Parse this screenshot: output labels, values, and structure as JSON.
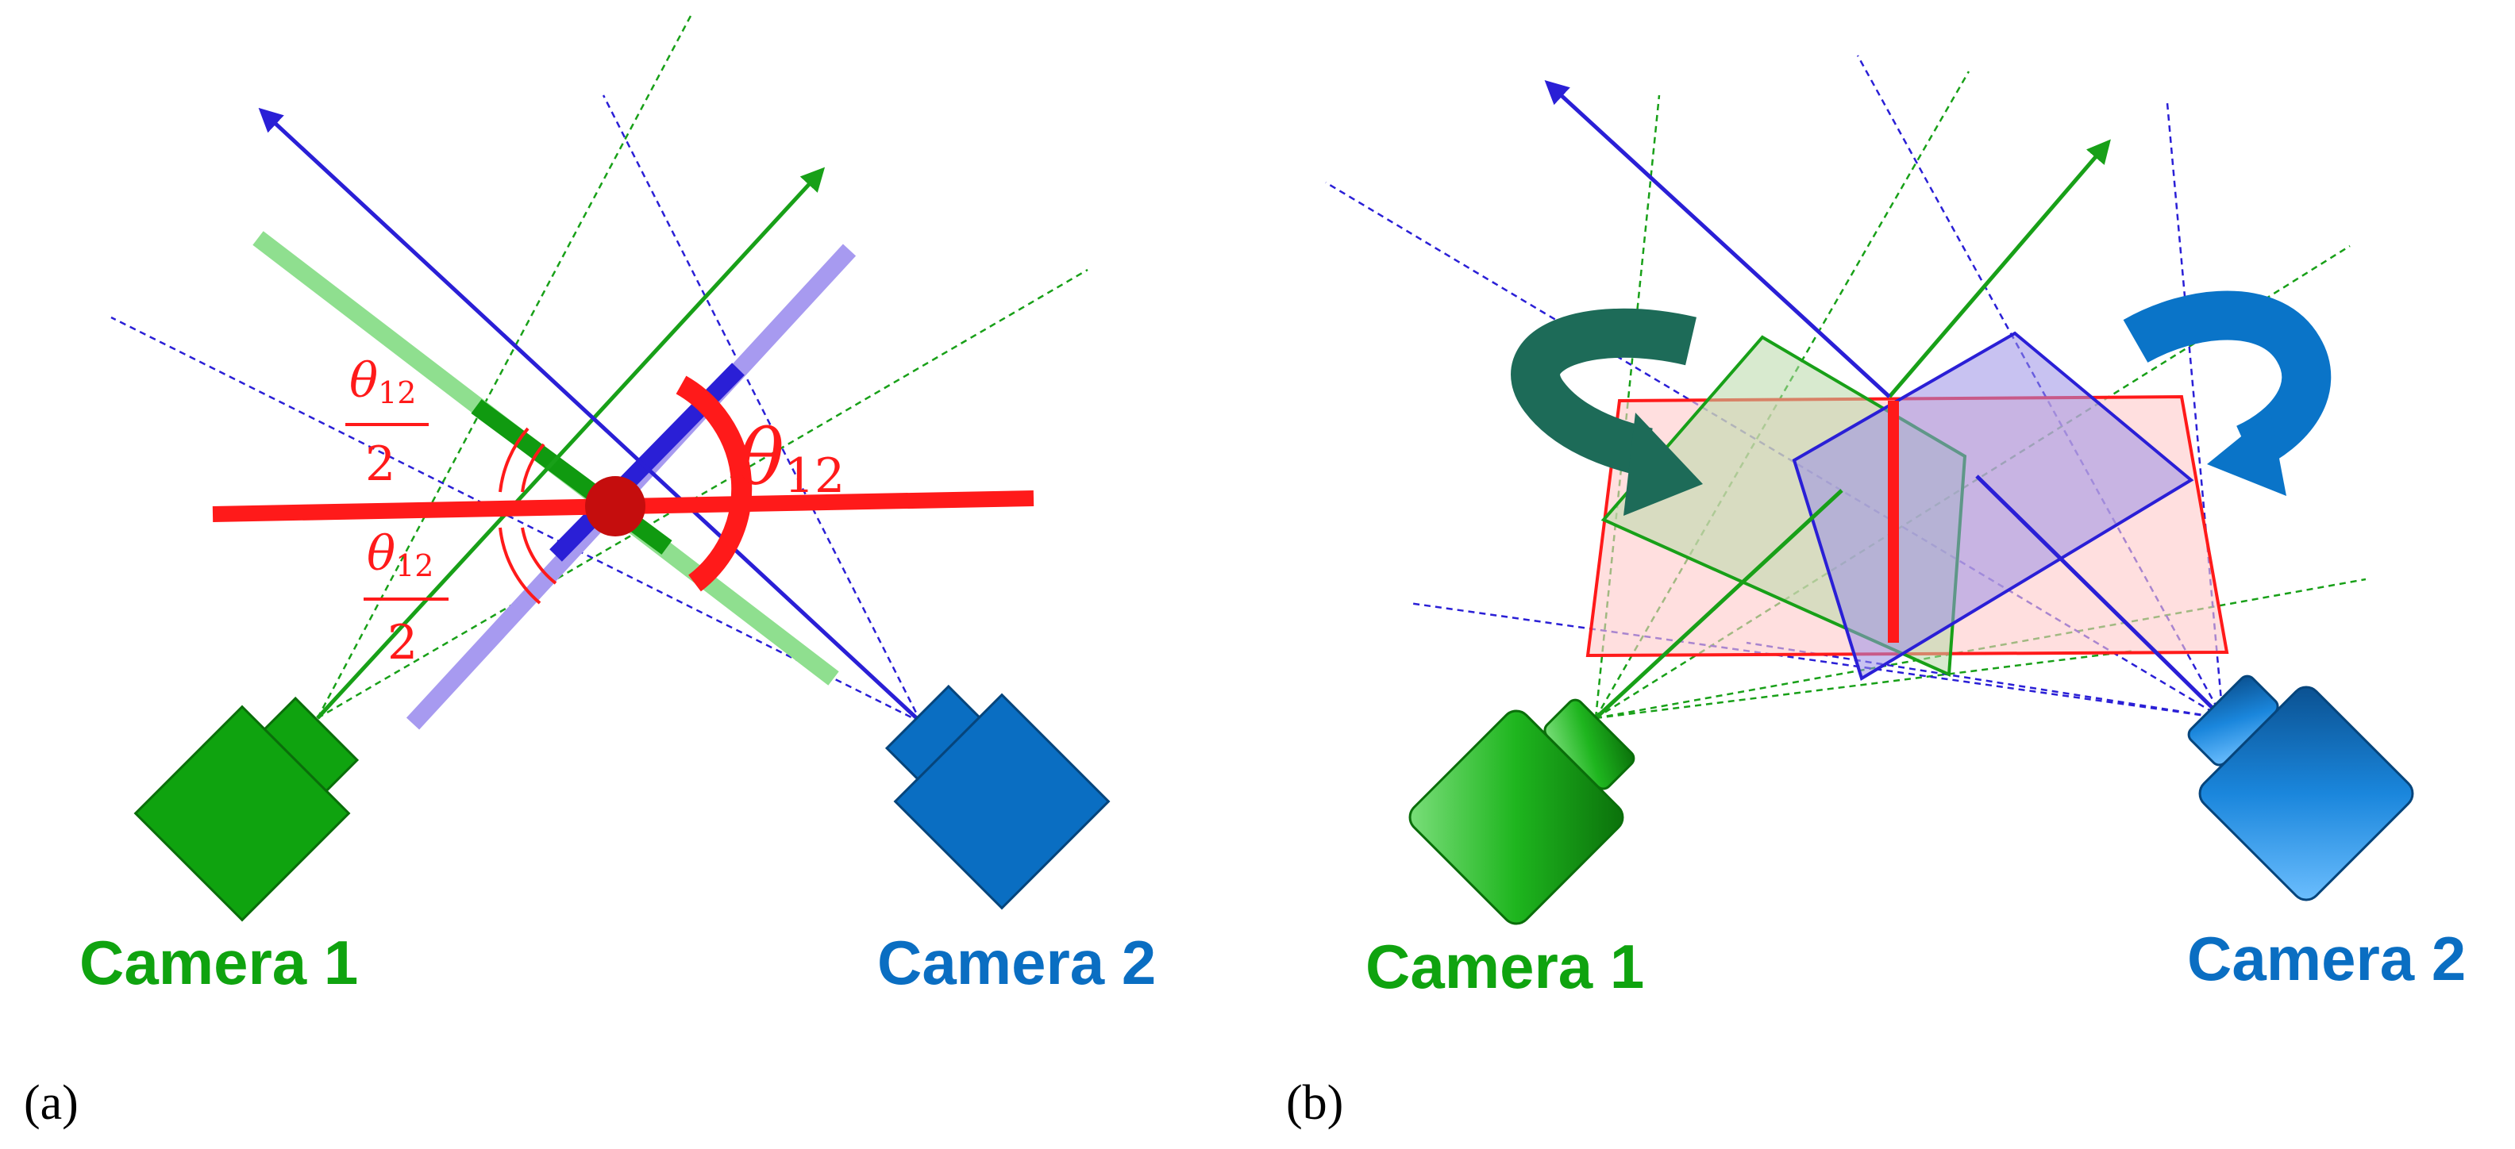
{
  "colors": {
    "camera1_green": "#0fa30f",
    "camera2_blue": "#0a6ec2",
    "ray_blue": "#2a1fd6",
    "ray_green": "#18a018",
    "angle_red": "#ff1a1a",
    "rotate_dark_green": "#1d6b58",
    "rotate_blue": "#0a74c8"
  },
  "panel_a": {
    "label": "(a)",
    "camera1_label": "Camera 1",
    "camera2_label": "Camera 2",
    "angle_symbol": "θ",
    "angle_subscript": "12",
    "half_numerator_symbol": "θ",
    "half_numerator_subscript": "12",
    "half_denominator": "2"
  },
  "panel_b": {
    "label": "(b)",
    "camera1_label": "Camera 1",
    "camera2_label": "Camera 2"
  }
}
